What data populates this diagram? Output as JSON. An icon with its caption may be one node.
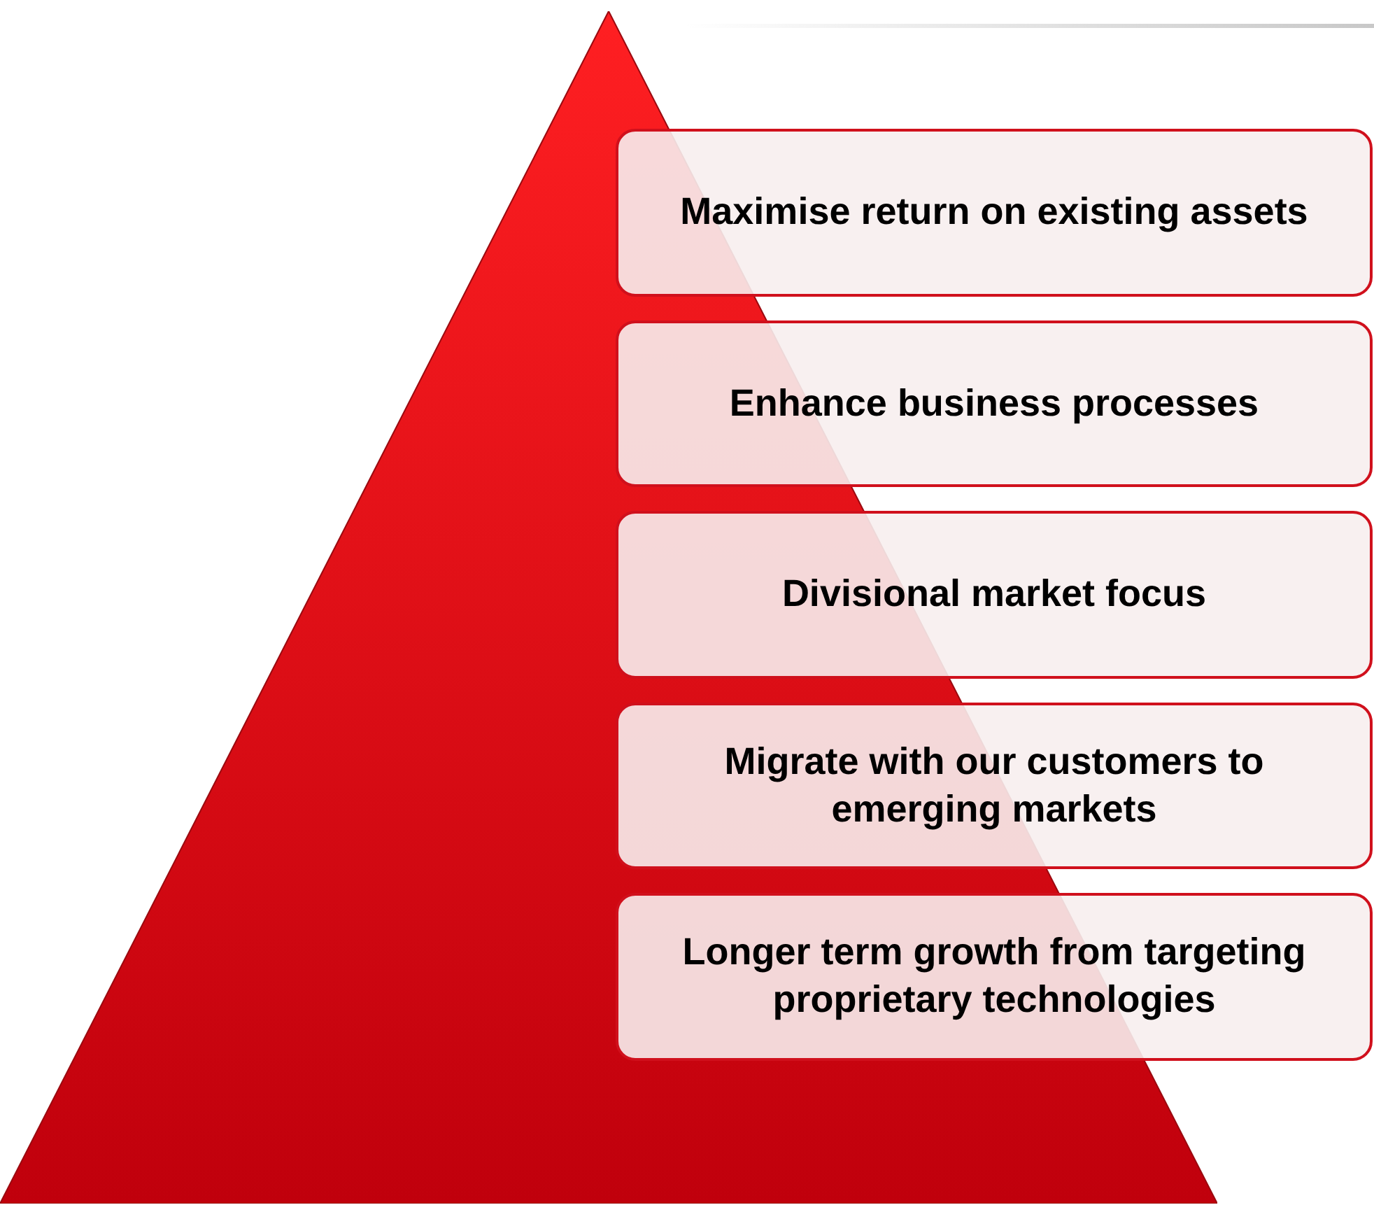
{
  "diagram": {
    "nodes": [
      {
        "text": [],
        "shape": "triangle"
      },
      {
        "text": [
          "Maximise return on existing assets"
        ]
      },
      {
        "text": [
          "Enhance business processes"
        ]
      },
      {
        "text": [
          "Divisional market focus"
        ]
      },
      {
        "text": [
          "Migrate with our customers to emerging markets"
        ]
      },
      {
        "text": [
          "Longer term growth from targeting proprietary technologies"
        ]
      }
    ]
  }
}
